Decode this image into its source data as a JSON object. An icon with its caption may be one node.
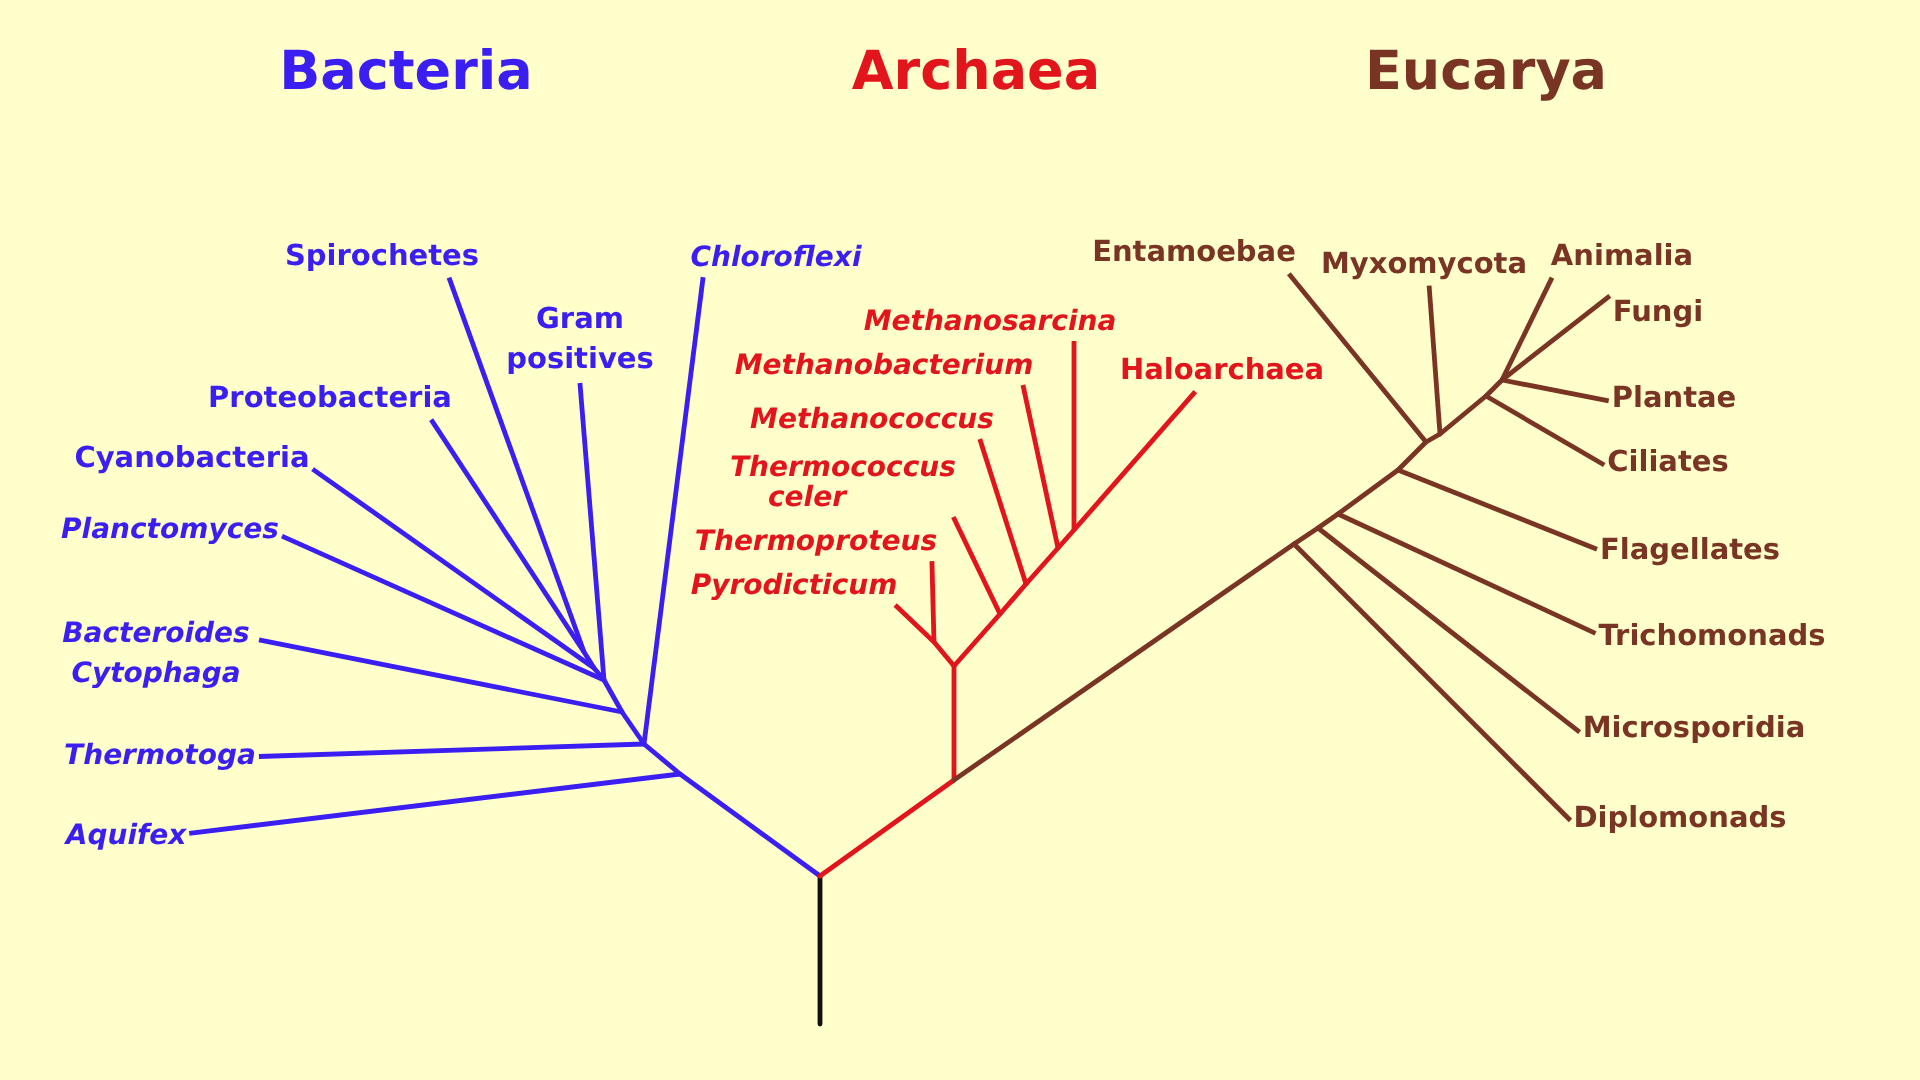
{
  "diagram": {
    "nodes": [
      {
        "text": [
          "Spirochetes"
        ]
      },
      {
        "text": [
          "Gram positives"
        ]
      },
      {
        "text": [
          "Chloroflexi"
        ]
      },
      {
        "text": [
          "Proteobacteria"
        ]
      },
      {
        "text": [
          "Cyanobacteria"
        ]
      },
      {
        "text": [
          "Planctomyces"
        ]
      },
      {
        "text": [
          "Bacteroides Cytophaga"
        ]
      },
      {
        "text": [
          "Thermotoga"
        ]
      },
      {
        "text": [
          "Aquifex"
        ]
      },
      {
        "text": [
          "Methanosarcina"
        ]
      },
      {
        "text": [
          "Methanobacterium"
        ]
      },
      {
        "text": [
          "Methanococcus"
        ]
      },
      {
        "text": [
          "Thermococcus celer"
        ]
      },
      {
        "text": [
          "Thermoproteus"
        ]
      },
      {
        "text": [
          "Pyrodicticum"
        ]
      },
      {
        "text": [
          "Haloarchaea"
        ]
      },
      {
        "text": [
          "Entamoebae"
        ]
      },
      {
        "text": [
          "Myxomycota"
        ]
      },
      {
        "text": [
          "Animalia"
        ]
      },
      {
        "text": [
          "Fungi"
        ]
      },
      {
        "text": [
          "Plantae"
        ]
      },
      {
        "text": [
          "Ciliates"
        ]
      },
      {
        "text": [
          "Flagellates"
        ]
      },
      {
        "text": [
          "Trichomonads"
        ]
      },
      {
        "text": [
          "Microsporidia"
        ]
      },
      {
        "text": [
          "Diplomonads"
        ]
      }
    ],
    "edges": [
      {
        "from": null,
        "to": 0,
        "arrow": "none",
        "color": "#3b1ef2"
      },
      {
        "from": null,
        "to": 1,
        "arrow": "none",
        "color": "#3b1ef2"
      },
      {
        "from": null,
        "to": 2,
        "arrow": "none",
        "color": "#3b1ef2"
      },
      {
        "from": null,
        "to": 3,
        "arrow": "none",
        "color": "#3b1ef2"
      },
      {
        "from": null,
        "to": 4,
        "arrow": "none",
        "color": "#3b1ef2"
      },
      {
        "from": null,
        "to": 5,
        "arrow": "none",
        "color": "#3b1ef2"
      },
      {
        "from": null,
        "to": 6,
        "arrow": "none",
        "color": "#3b1ef2"
      },
      {
        "from": null,
        "to": 7,
        "arrow": "none",
        "color": "#3b1ef2"
      },
      {
        "from": null,
        "to": 8,
        "arrow": "none",
        "color": "#3b1ef2"
      },
      {
        "from": null,
        "to": 9,
        "arrow": "none",
        "color": "#e3151c"
      },
      {
        "from": null,
        "to": 10,
        "arrow": "none",
        "color": "#e3151c"
      },
      {
        "from": null,
        "to": 11,
        "arrow": "none",
        "color": "#e3151c"
      },
      {
        "from": null,
        "to": 12,
        "arrow": "none",
        "color": "#e3151c"
      },
      {
        "from": null,
        "to": 13,
        "arrow": "none",
        "color": "#e3151c"
      },
      {
        "from": null,
        "to": 14,
        "arrow": "none",
        "color": "#e3151c"
      },
      {
        "from": null,
        "to": 15,
        "arrow": "none",
        "color": "#e3151c"
      },
      {
        "from": null,
        "to": 16,
        "arrow": "none"
      },
      {
        "from": null,
        "to": 17,
        "arrow": "none"
      },
      {
        "from": null,
        "to": 18,
        "arrow": "none"
      },
      {
        "from": null,
        "to": 19,
        "arrow": "none"
      },
      {
        "from": null,
        "to": 20,
        "arrow": "none"
      },
      {
        "from": null,
        "to": 21,
        "arrow": "none"
      },
      {
        "from": null,
        "to": 22,
        "arrow": "none"
      },
      {
        "from": null,
        "to": 23,
        "arrow": "none"
      },
      {
        "from": null,
        "to": 24,
        "arrow": "none"
      },
      {
        "from": null,
        "to": 25,
        "arrow": "none"
      }
    ],
    "labels": [
      "Bacteria",
      "Archaea",
      "Eucarya"
    ]
  }
}
